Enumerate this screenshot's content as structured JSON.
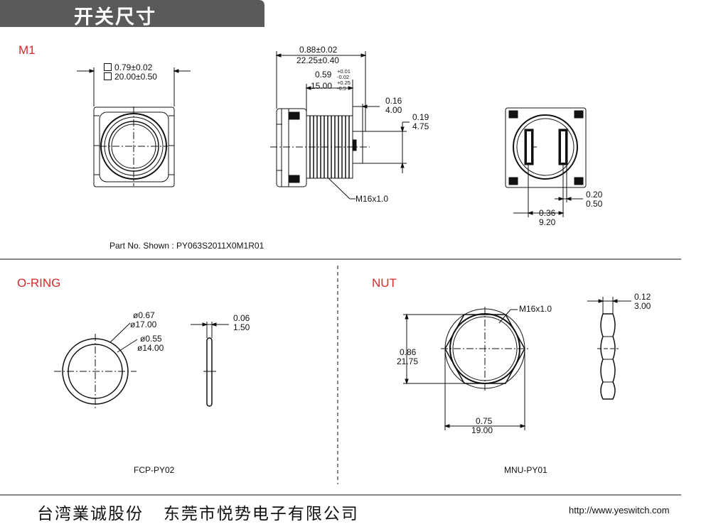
{
  "header": {
    "title": "开关尺寸"
  },
  "m1": {
    "label": "M1",
    "front": {
      "dim_inch": "0.79±0.02",
      "dim_mm": "20.00±0.50"
    },
    "side": {
      "overall_inch": "0.88±0.02",
      "overall_mm": "22.25±0.40",
      "thread_inch": "0.59",
      "thread_inch_tol_plus": "+0.01",
      "thread_inch_tol_minus": "-0.02",
      "thread_mm": "15.00",
      "thread_mm_tol_plus": "+0.25",
      "thread_mm_tol_minus": "-0.5",
      "term_inch": "0.16",
      "term_mm": "4.00",
      "tab_inch": "0.19",
      "tab_mm": "4.75",
      "thread_spec": "M16x1.0"
    },
    "rear": {
      "gap_inch": "0.20",
      "gap_mm": "0.50",
      "pitch_inch": "0.36",
      "pitch_mm": "9.20"
    },
    "part_no": "Part No. Shown : PY063S2011X0M1R01"
  },
  "oring": {
    "label": "O-RING",
    "od_inch": "ø0.67",
    "od_mm": "ø17.00",
    "id_inch": "ø0.55",
    "id_mm": "ø14.00",
    "thick_inch": "0.06",
    "thick_mm": "1.50",
    "part": "FCP-PY02"
  },
  "nut": {
    "label": "NUT",
    "thread_spec": "M16x1.0",
    "height_inch": "0.86",
    "height_mm": "21.75",
    "width_inch": "0.75",
    "width_mm": "19.00",
    "thick_inch": "0.12",
    "thick_mm": "3.00",
    "part": "MNU-PY01"
  },
  "footer": {
    "company": "台湾業诚股份   东莞市悦势电子有限公司",
    "url": "http://www.yeswitch.com"
  },
  "colors": {
    "header_bg": "#5a5a5a",
    "section_label": "#d42a2a",
    "line": "#111111"
  }
}
